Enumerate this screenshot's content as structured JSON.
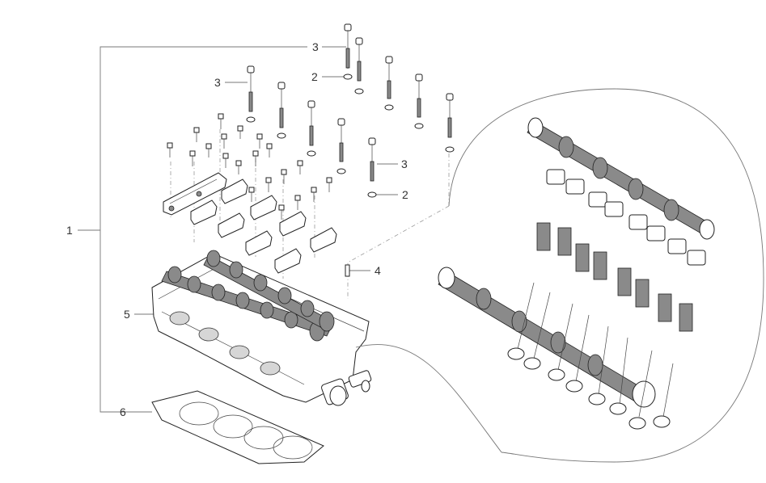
{
  "callouts": [
    {
      "id": "c1",
      "label": "1"
    },
    {
      "id": "c2a",
      "label": "2"
    },
    {
      "id": "c2b",
      "label": "2"
    },
    {
      "id": "c3a",
      "label": "3"
    },
    {
      "id": "c3b",
      "label": "3"
    },
    {
      "id": "c3c",
      "label": "3"
    },
    {
      "id": "c4",
      "label": "4"
    },
    {
      "id": "c5",
      "label": "5"
    },
    {
      "id": "c6",
      "label": "6"
    }
  ]
}
